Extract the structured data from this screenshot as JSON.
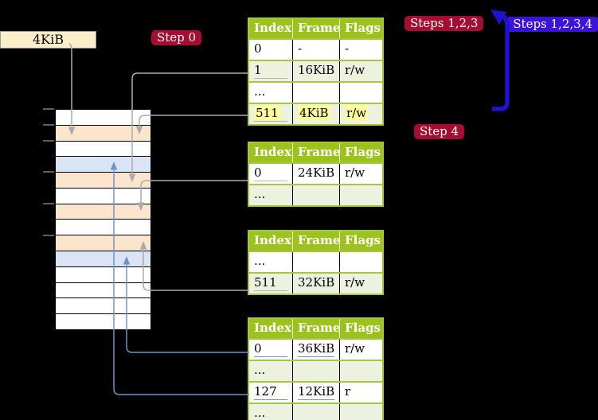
{
  "palette": {
    "header_green": "#9CC31D",
    "sep_green": "#A6C83F",
    "row_pale": "#EDF2E0",
    "highlight_yellow": "#FEFE9A",
    "orange_cell": "#FBE5CD",
    "blue_cell": "#D9E4F5",
    "white_cell": "#FFFFFF",
    "gray_line": "#ABABAB",
    "tick_gray": "#9A9A9A",
    "blue_line": "#7093C8",
    "arrow_blue": "#2012D1",
    "red_badge": "#A50D32",
    "violet_badge": "#3D13DB",
    "cream_box": "#FBEFCA"
  },
  "page_size_label": "4KiB",
  "badges": {
    "step0": "Step 0",
    "steps123": "Steps 1,2,3",
    "steps1234": "Steps 1,2,3,4",
    "step4": "Step 4"
  },
  "tables": [
    {
      "name": "page-table-level-1",
      "headers": [
        "Index",
        "Frame",
        "Flags"
      ],
      "rows": [
        {
          "cells": [
            "0",
            "-",
            "-"
          ]
        },
        {
          "cells": [
            "1",
            "16KiB",
            "r/w"
          ]
        },
        {
          "cells": [
            "...",
            "",
            ""
          ]
        },
        {
          "cells": [
            "511",
            "4KiB",
            "r/w"
          ]
        }
      ]
    },
    {
      "name": "page-table-level-2",
      "headers": [
        "Index",
        "Frame",
        "Flags"
      ],
      "rows": [
        {
          "cells": [
            "0",
            "24KiB",
            "r/w"
          ]
        },
        {
          "cells": [
            "...",
            "",
            ""
          ]
        }
      ]
    },
    {
      "name": "page-table-level-3",
      "headers": [
        "Index",
        "Frame",
        "Flags"
      ],
      "rows": [
        {
          "cells": [
            "...",
            "",
            ""
          ]
        },
        {
          "cells": [
            "511",
            "32KiB",
            "r/w"
          ]
        }
      ]
    },
    {
      "name": "page-table-level-4",
      "headers": [
        "Index",
        "Frame",
        "Flags"
      ],
      "rows": [
        {
          "cells": [
            "0",
            "36KiB",
            "r/w"
          ]
        },
        {
          "cells": [
            "...",
            "",
            ""
          ]
        },
        {
          "cells": [
            "127",
            "12KiB",
            "r"
          ]
        },
        {
          "cells": [
            "...",
            "",
            ""
          ]
        }
      ]
    }
  ],
  "memory": {
    "cell_colors": [
      "#FFFFFF",
      "#FBE5CD",
      "#FFFFFF",
      "#D9E4F5",
      "#FBE5CD",
      "#FFFFFF",
      "#FBE5CD",
      "#FFFFFF",
      "#FBE5CD",
      "#D9E4F5",
      "#FFFFFF",
      "#FFFFFF",
      "#FFFFFF",
      "#FFFFFF"
    ]
  }
}
